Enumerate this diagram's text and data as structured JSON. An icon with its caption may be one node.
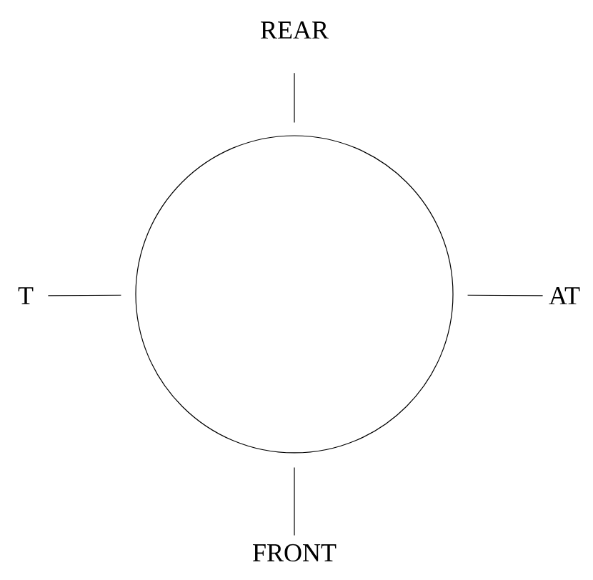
{
  "diagram": {
    "nodes": [
      {
        "text": [
          "REAR"
        ]
      },
      {
        "text": [
          "T"
        ]
      },
      {
        "text": [],
        "shape": "circle"
      },
      {
        "text": [
          "AT"
        ]
      },
      {
        "text": [
          "FRONT"
        ]
      }
    ],
    "edges": [
      {
        "from": 0,
        "to": 2,
        "arrow": "none"
      },
      {
        "from": 1,
        "to": 2,
        "arrow": "none"
      },
      {
        "from": 3,
        "to": 2,
        "arrow": "none"
      },
      {
        "from": 4,
        "to": 2,
        "arrow": "none"
      }
    ]
  }
}
